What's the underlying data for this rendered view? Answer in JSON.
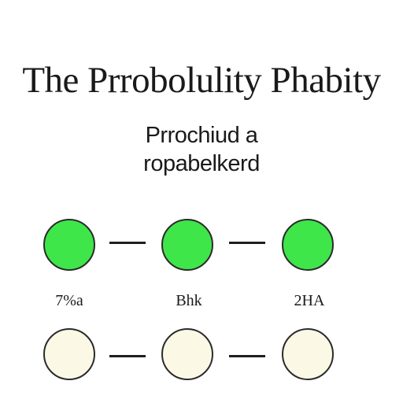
{
  "title": "The Prrobolulity Phabity",
  "subtitle": {
    "line1": "Prrochiud a",
    "line2": "ropabelkerd"
  },
  "rows": [
    {
      "fill_color": "#3fe64a",
      "nodes": [
        {
          "label": "7%a"
        },
        {
          "label": "Bhk"
        },
        {
          "label": "2HA"
        }
      ]
    },
    {
      "fill_color": "#fbf9e6",
      "nodes": [
        {},
        {},
        {}
      ]
    }
  ]
}
